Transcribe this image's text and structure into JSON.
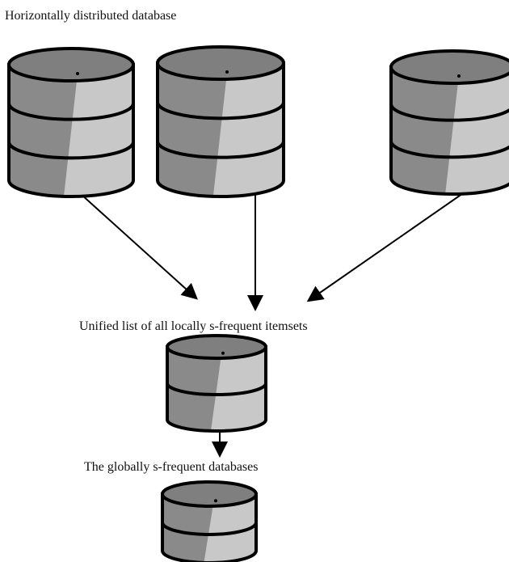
{
  "labels": {
    "horizontal": "Horizontally distributed database",
    "unified": "Unified list of all locally s-frequent itemsets",
    "global": "The globally s-frequent databases"
  },
  "nodes": [
    {
      "id": "local-db-1",
      "role": "source",
      "slices": 3
    },
    {
      "id": "local-db-2",
      "role": "source",
      "slices": 3
    },
    {
      "id": "local-db-3",
      "role": "source",
      "slices": 3
    },
    {
      "id": "unified-db",
      "role": "intermediate",
      "slices": 2
    },
    {
      "id": "global-db",
      "role": "result",
      "slices": 2
    }
  ],
  "edges": [
    {
      "from": "local-db-1",
      "to": "unified-db"
    },
    {
      "from": "local-db-2",
      "to": "unified-db"
    },
    {
      "from": "local-db-3",
      "to": "unified-db"
    },
    {
      "from": "unified-db",
      "to": "global-db"
    }
  ],
  "colors": {
    "top": "#7f7f7f",
    "dark": "#8a8a8a",
    "light": "#c8c8c8",
    "stroke": "#000000"
  }
}
